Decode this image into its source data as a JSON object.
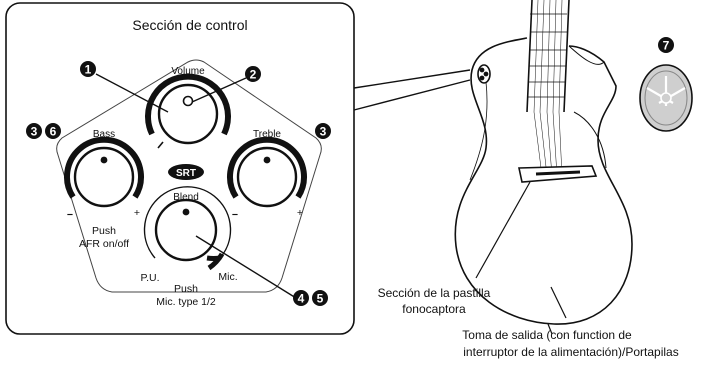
{
  "panel": {
    "title": "Sección de control",
    "logo_text": "SRT"
  },
  "knobs": {
    "volume": "Volume",
    "bass": "Bass",
    "treble": "Treble",
    "blend": "Blend"
  },
  "scale": {
    "bass_minus": "−",
    "bass_plus": "+",
    "treble_minus": "−",
    "treble_plus": "+",
    "blend_left": "P.U.",
    "blend_right": "Mic."
  },
  "push": {
    "bass_line1": "Push",
    "bass_line2": "AFR on/off",
    "blend_line1": "Push",
    "blend_line2": "Mic. type 1/2"
  },
  "badges": {
    "b1": "1",
    "b2": "2",
    "b3a": "3",
    "b6": "6",
    "b3b": "3",
    "b4": "4",
    "b5": "5",
    "b7": "7"
  },
  "callouts": {
    "pickup_line1": "Sección de la pastilla",
    "pickup_line2": "fonocaptora",
    "output_line1": "Toma de salida (con function de",
    "output_line2": "interruptor de la alimentación)/Portapilas"
  },
  "colors": {
    "ink": "#111111",
    "badge": "#111111",
    "medallion": "#cfcfcf"
  }
}
